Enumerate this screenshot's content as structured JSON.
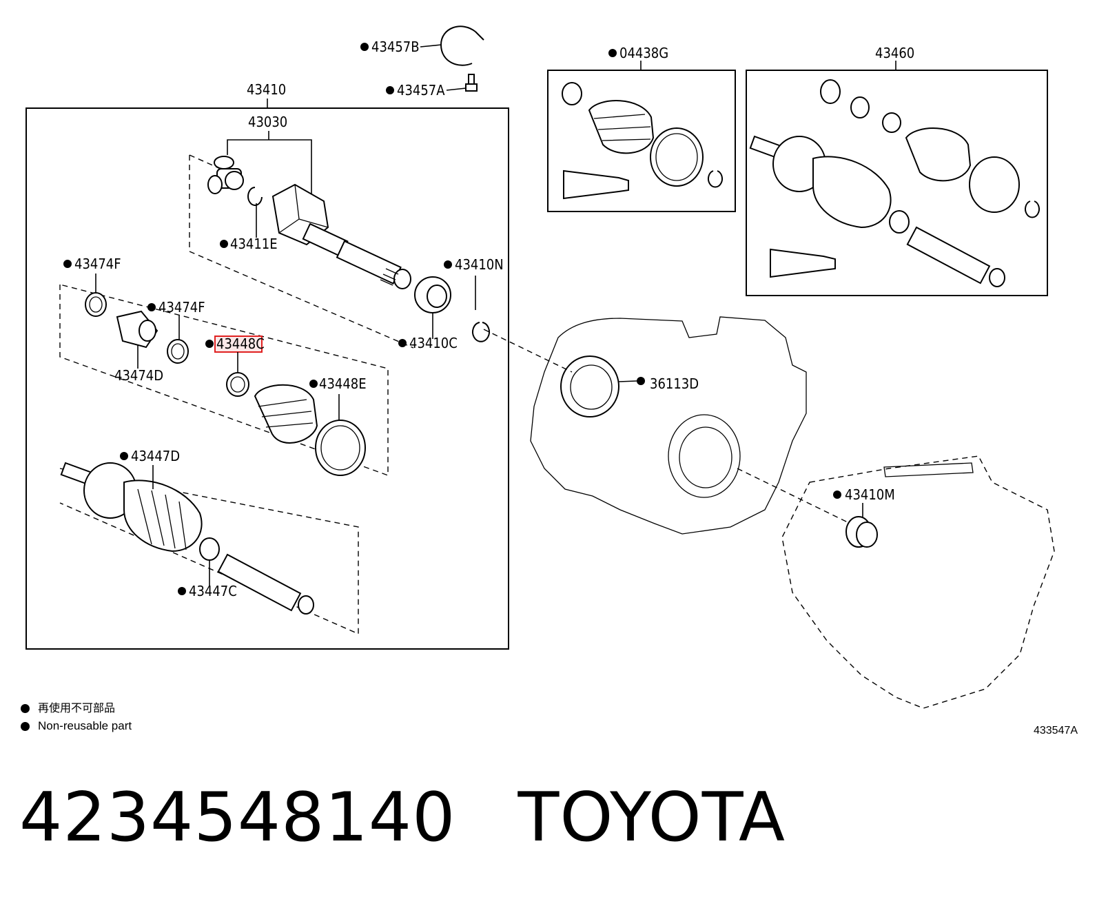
{
  "callouts": {
    "c43457B": "43457B",
    "c43457A": "43457A",
    "c43410": "43410",
    "c43030": "43030",
    "c43411E": "43411E",
    "c43474F_a": "43474F",
    "c43474F_b": "43474F",
    "c43474D": "43474D",
    "c43448C": "43448C",
    "c43448E": "43448E",
    "c43447D": "43447D",
    "c43447C": "43447C",
    "c43410N": "43410N",
    "c43410C": "43410C",
    "c04438G": "04438G",
    "c43460": "43460",
    "c36113D": "36113D",
    "c43410M": "43410M"
  },
  "legend": {
    "line1": "再使用不可部品",
    "line2": "Non-reusable part"
  },
  "illustration_code": "433547A",
  "footer": {
    "part_number": "4234548140",
    "brand": "TOYOTA"
  },
  "highlight_color": "#e02020"
}
